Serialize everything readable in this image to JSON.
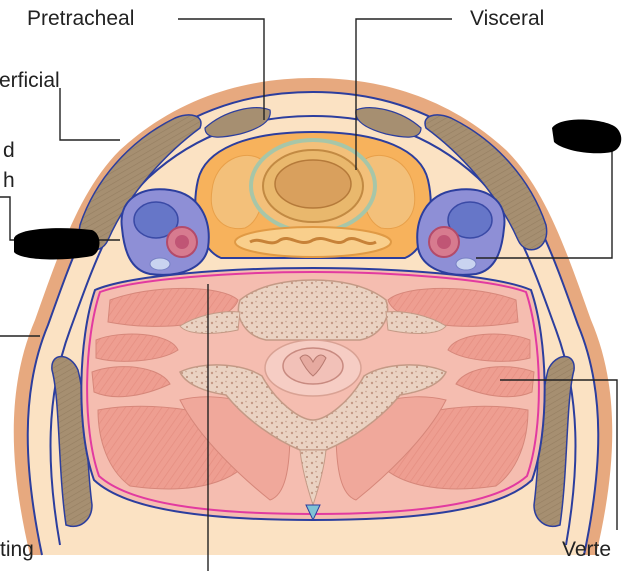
{
  "diagram": {
    "labels": {
      "pretracheal": "Pretracheal",
      "visceral": "Visceral",
      "superficial": "erficial",
      "carotid_line1": "d",
      "carotid_line2": "h",
      "investing": "ting",
      "vertebral": "Verte"
    },
    "colors": {
      "skin_outer": "#e7a97f",
      "subcutaneous_fat": "#fbe2c3",
      "fascia_line": "#2c3e9e",
      "investing_muscle": "#a68f71",
      "visceral_compartment": "#f7b25c",
      "thyroid_trachea": "#f3c07a",
      "carotid_sheath": "#8e8fd6",
      "vertebral_compartment": "#f5bdb0",
      "prevertebral_line": "#e23aa0",
      "muscle": "#ee9e91",
      "bone": "#e9cdbd",
      "redaction": "#000000"
    }
  }
}
